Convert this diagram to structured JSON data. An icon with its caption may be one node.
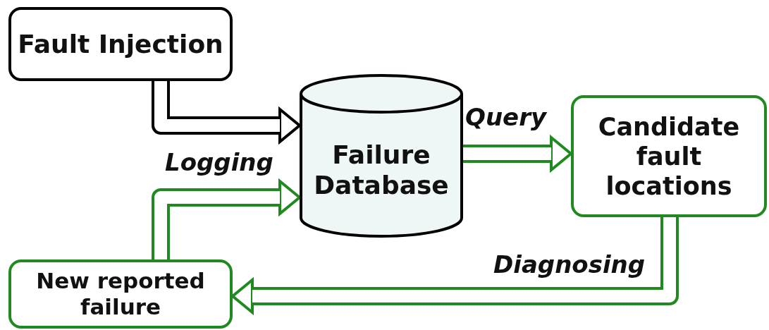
{
  "diagram": {
    "nodes": [
      {
        "text": [
          "Fault Injection"
        ]
      },
      {
        "text": [
          "Failure Database"
        ]
      },
      {
        "text": [
          "Candidate fault locations"
        ]
      },
      {
        "text": [
          "New reported failure"
        ]
      }
    ],
    "edges": [
      {
        "from": 0,
        "to": 1,
        "arrow": "to",
        "color": "#000000"
      },
      {
        "from": 1,
        "to": 2,
        "arrow": "to",
        "label": "Query"
      },
      {
        "from": 2,
        "to": 3,
        "arrow": "to",
        "label": "Diagnosing"
      },
      {
        "from": 3,
        "to": 1,
        "arrow": "to",
        "label": "Logging"
      }
    ]
  }
}
